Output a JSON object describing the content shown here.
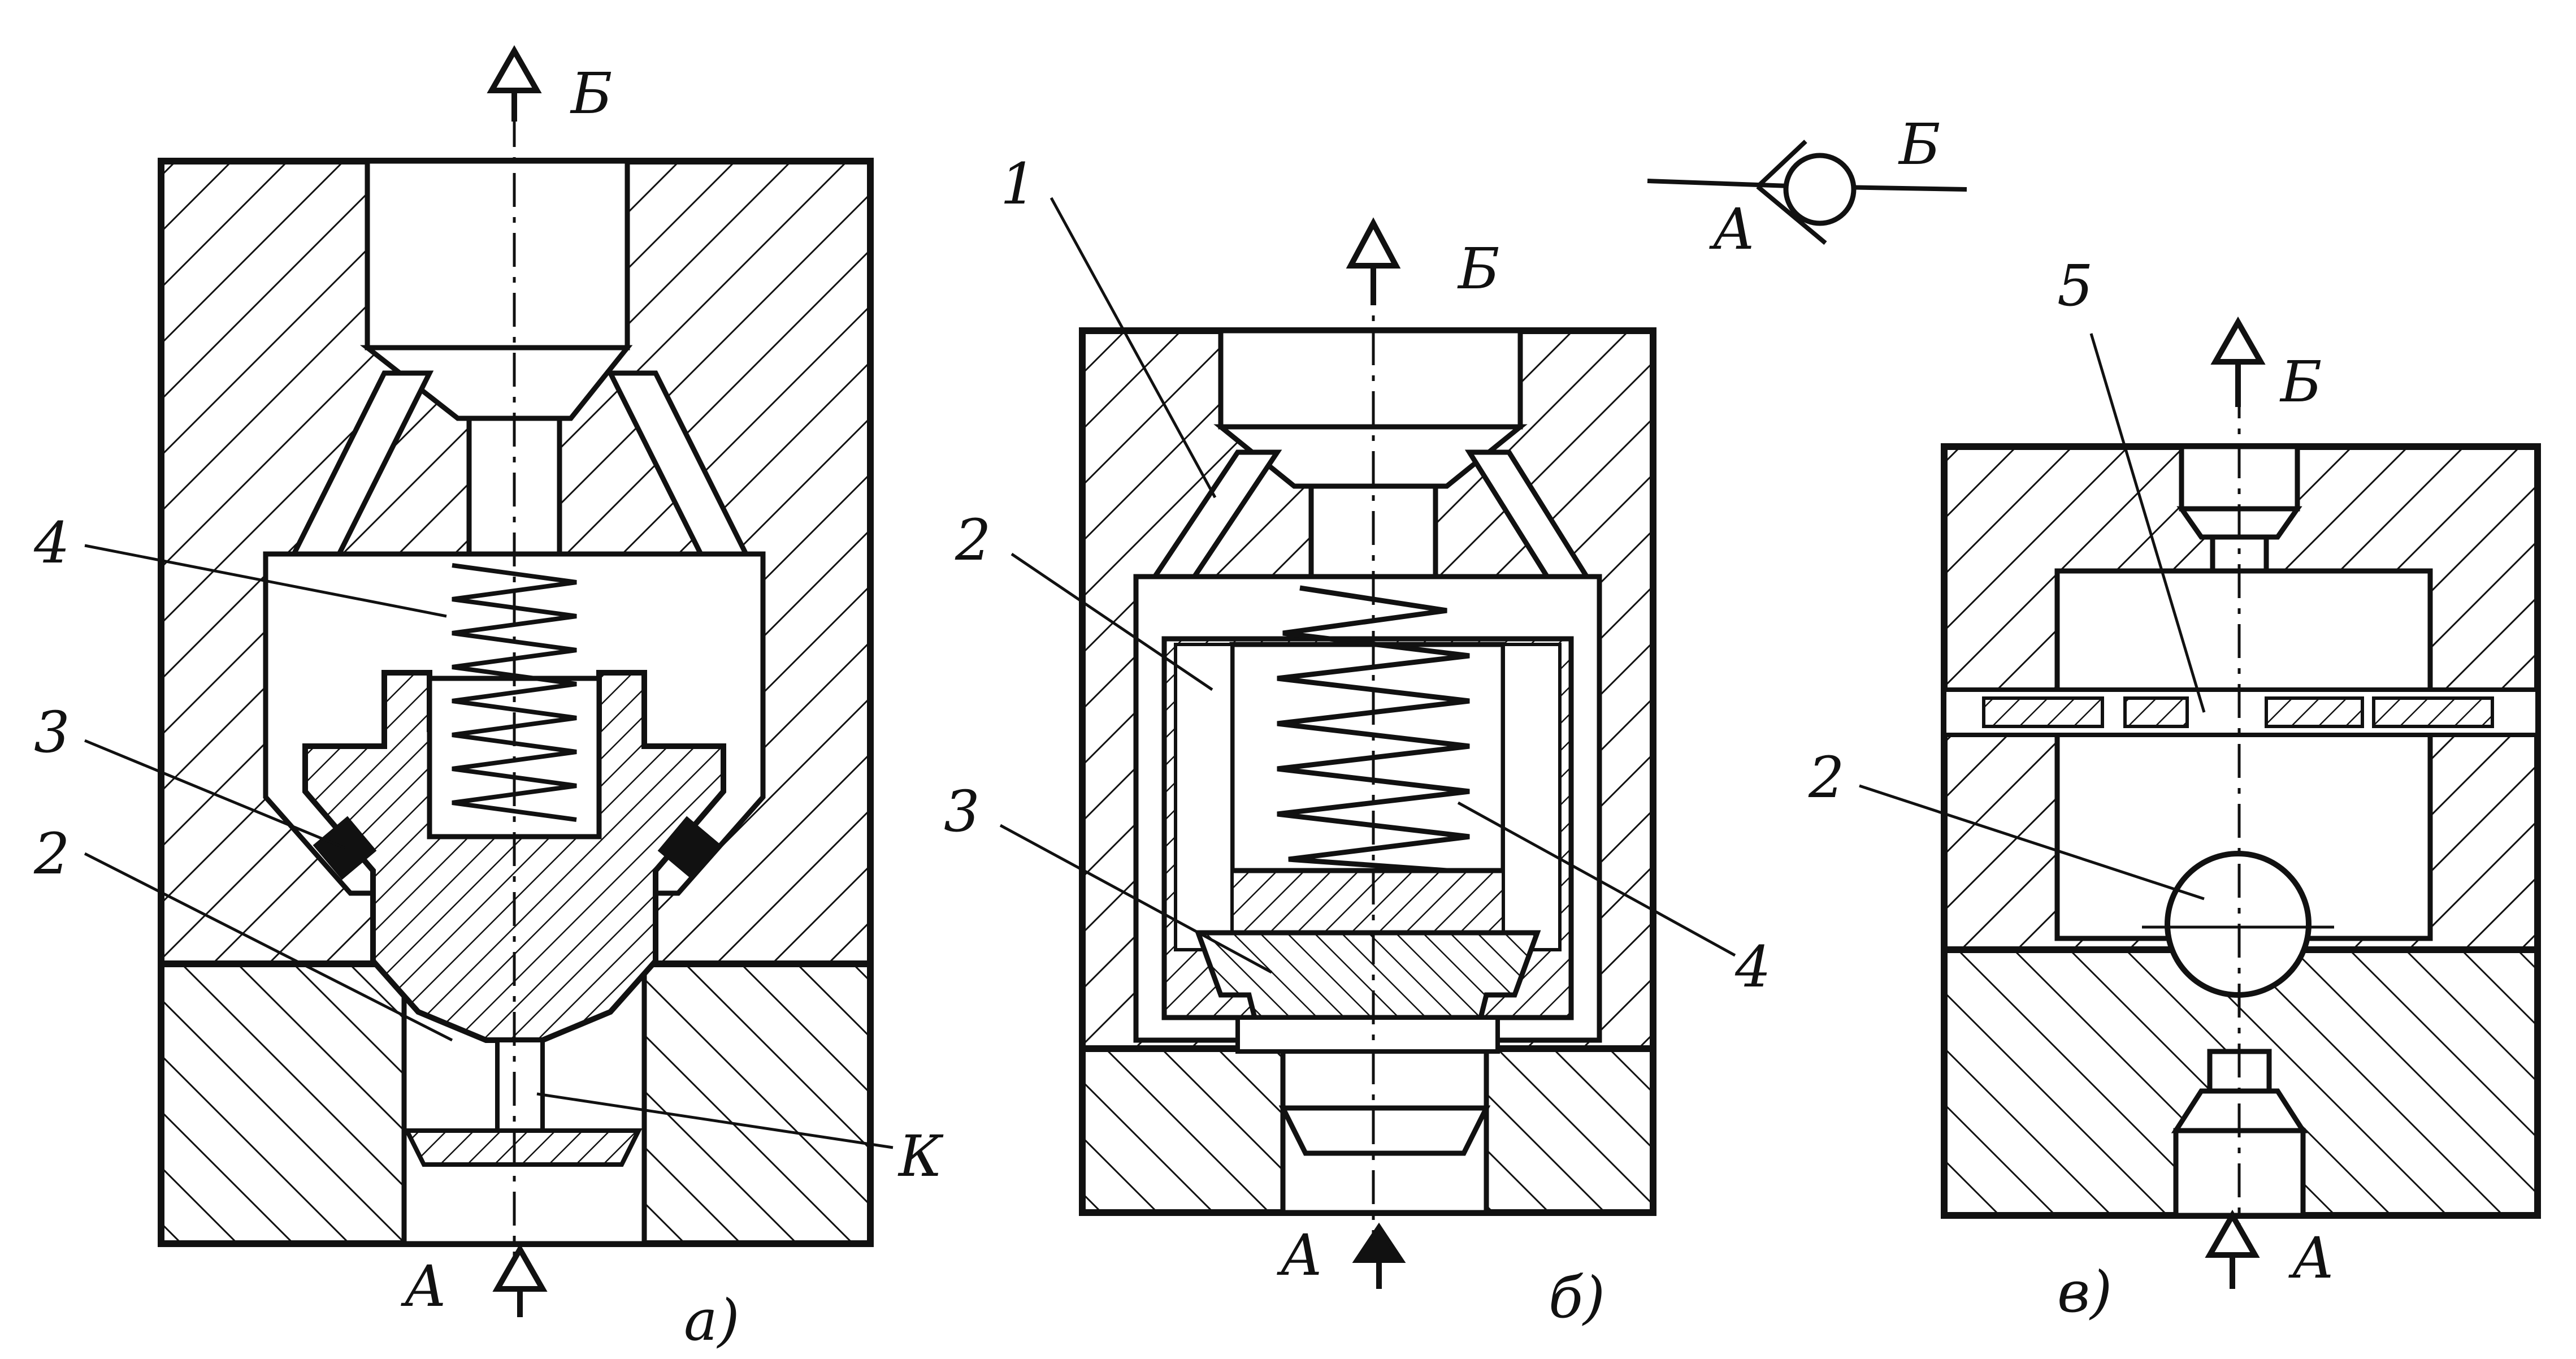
{
  "colors": {
    "ink": "#111111",
    "paper": "#ffffff"
  },
  "symbol": {
    "inlet": "А",
    "outlet": "Б"
  },
  "views": [
    {
      "caption": "а)",
      "inlet": "А",
      "outlet": "Б",
      "callouts": [
        "4",
        "3",
        "2",
        "К"
      ]
    },
    {
      "caption": "б)",
      "inlet": "А",
      "outlet": "Б",
      "callouts": [
        "1",
        "2",
        "3",
        "4"
      ]
    },
    {
      "caption": "в)",
      "inlet": "А",
      "outlet": "Б",
      "callouts": [
        "5",
        "2"
      ]
    }
  ]
}
